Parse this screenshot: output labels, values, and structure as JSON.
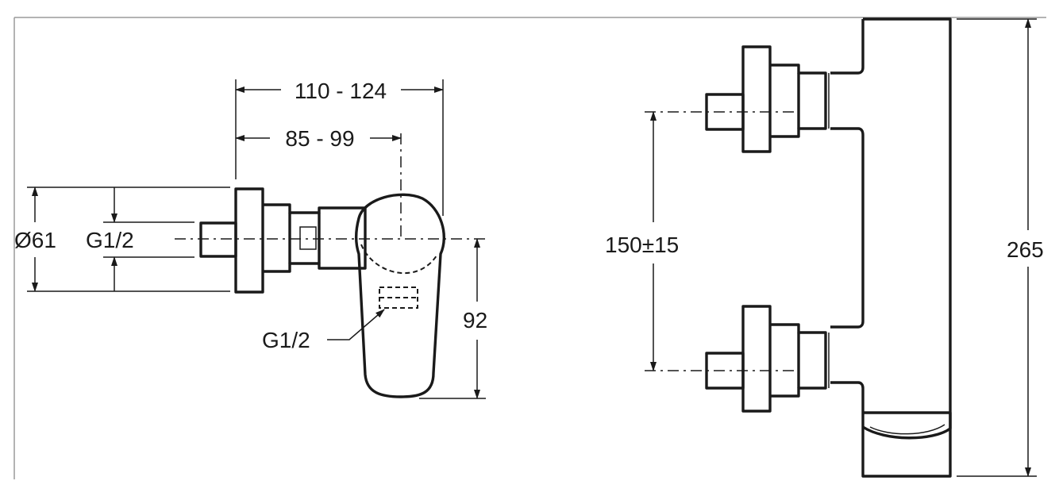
{
  "labels": {
    "width_overall": "110 - 124",
    "width_body": "85 - 99",
    "rosette_diameter": "Ø61",
    "inlet_thread": "G1/2",
    "outlet_thread": "G1/2",
    "lever_drop": "92",
    "inlet_spacing": "150±15",
    "total_height": "265"
  },
  "colors": {
    "line": "#1a1a1a",
    "frame": "#9a9a9a",
    "background": "#ffffff"
  }
}
